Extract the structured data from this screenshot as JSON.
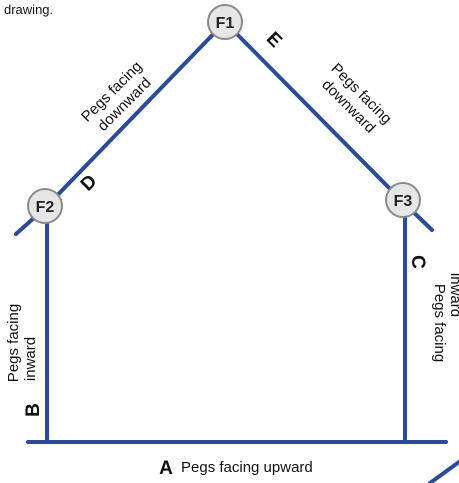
{
  "header_fragment": "drawing.",
  "colors": {
    "line": "#2b4a9a",
    "node_fill": "#e6e6e6",
    "node_stroke": "#8a8a8a",
    "background": "#ffffff"
  },
  "nodes": {
    "f1": "F1",
    "f2": "F2",
    "f3": "F3"
  },
  "sides": {
    "a": {
      "letter": "A",
      "text": "Pegs facing upward"
    },
    "b": {
      "letter": "B",
      "line1": "Pegs facing",
      "line2": "inward"
    },
    "c": {
      "letter": "C",
      "line1": "Pegs facing",
      "line2": "inward"
    },
    "d": {
      "letter": "D",
      "line1": "Pegs facing",
      "line2": "downward"
    },
    "e": {
      "letter": "E",
      "line1": "Pegs facing",
      "line2": "downward"
    }
  }
}
